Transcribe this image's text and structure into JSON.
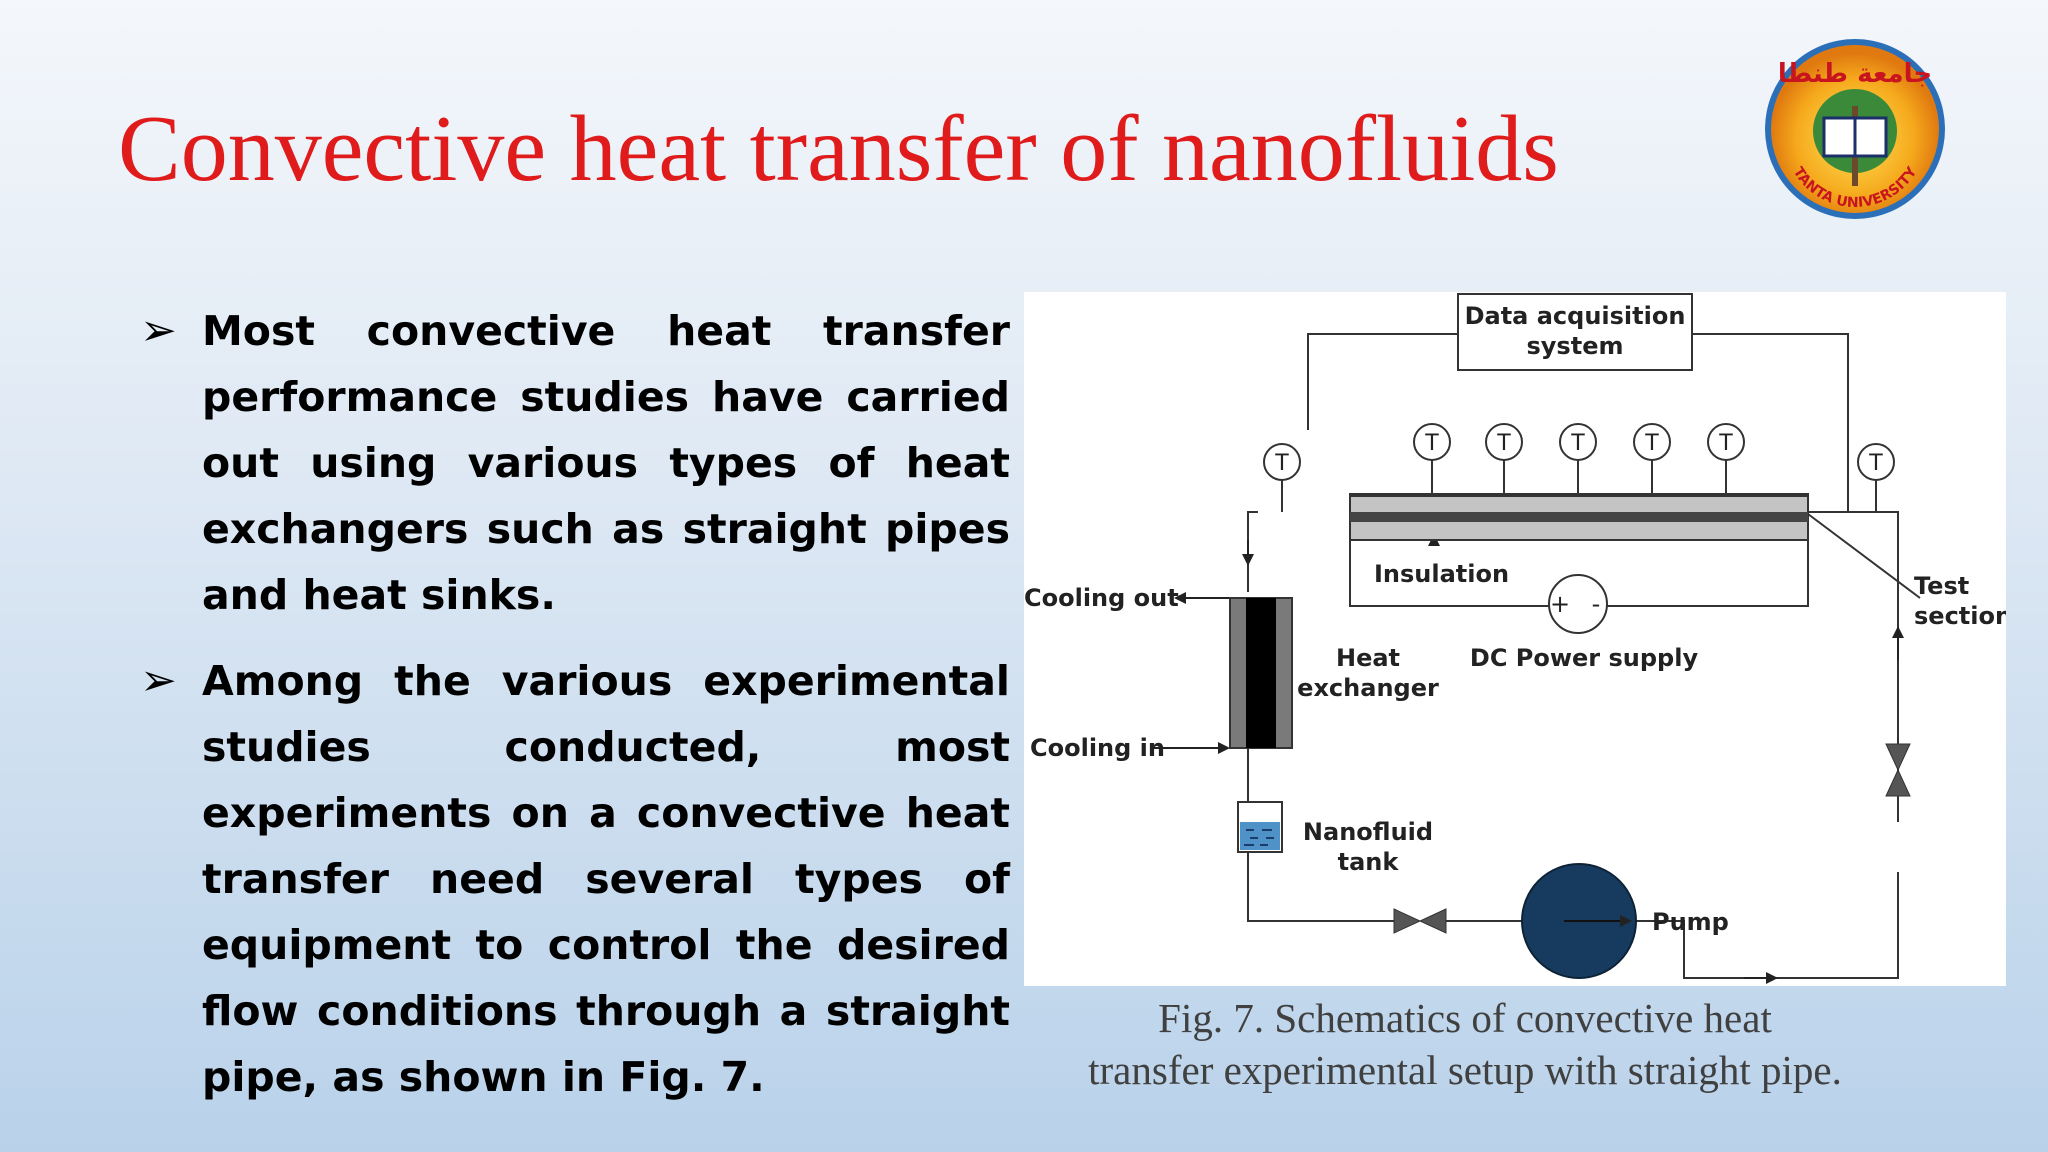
{
  "slide": {
    "title": "Convective heat transfer of nanofluids",
    "logo": {
      "arabic_text": "جامعة طنطا",
      "english_text": "TANTA UNIVERSITY",
      "icon": "university-seal"
    },
    "bullets": [
      {
        "marker": "➢",
        "text": "Most convective heat transfer performance studies have carried out using various types of heat exchangers such as straight pipes and heat sinks."
      },
      {
        "marker": "➢",
        "text": "Among the various experimental studies conducted, most experiments on a convective heat transfer need several types of equipment to control the desired flow conditions through a straight pipe, as shown in Fig. 7."
      }
    ],
    "figure": {
      "labels": {
        "daq_line1": "Data acquisition",
        "daq_line2": "system",
        "thermocouple": "T",
        "insulation": "Insulation",
        "test_line1": "Test",
        "test_line2": "section",
        "cooling_out": "Cooling out",
        "cooling_in": "Cooling in",
        "hx_line1": "Heat",
        "hx_line2": "exchanger",
        "dc_power": "DC Power supply",
        "plus": "+",
        "minus": "-",
        "tank_line1": "Nanofluid",
        "tank_line2": "tank",
        "pump": "Pump"
      },
      "caption_line1": "Fig. 7. Schematics of convective heat",
      "caption_line2": "transfer experimental setup with straight pipe."
    },
    "colors": {
      "title": "#e01b1b",
      "pump": "#173b5f",
      "tank_fluid": "#4f92c8"
    }
  }
}
